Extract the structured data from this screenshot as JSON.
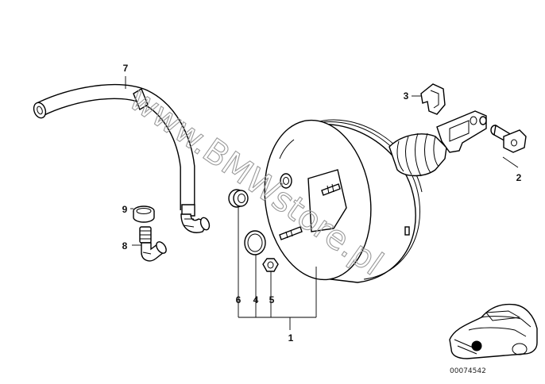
{
  "diagram": {
    "callouts": [
      {
        "id": "c1",
        "text": "1"
      },
      {
        "id": "c2",
        "text": "2"
      },
      {
        "id": "c3",
        "text": "3"
      },
      {
        "id": "c4",
        "text": "4"
      },
      {
        "id": "c5",
        "text": "5"
      },
      {
        "id": "c6",
        "text": "6"
      },
      {
        "id": "c7",
        "text": "7"
      },
      {
        "id": "c8",
        "text": "8"
      },
      {
        "id": "c9",
        "text": "9"
      }
    ],
    "watermark": "www.BMWstore.pl",
    "reference_number": "00074542"
  },
  "colors": {
    "line": "#000000",
    "background": "#ffffff",
    "watermark": "#9a9a9a"
  }
}
